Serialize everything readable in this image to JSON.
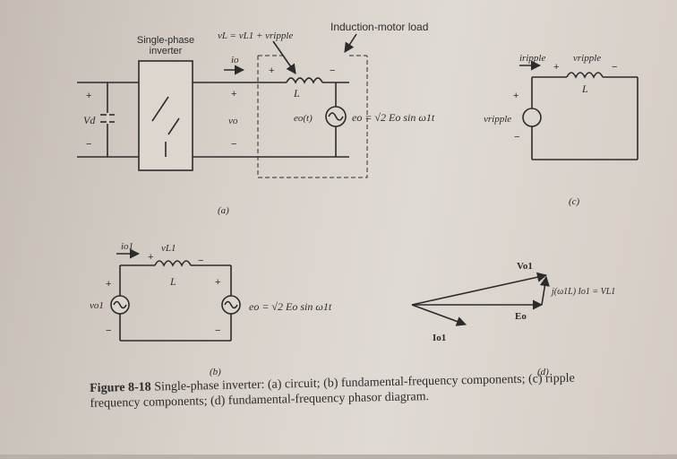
{
  "figure": {
    "number": "Figure 8-18",
    "caption": "Single-phase inverter: (a) circuit; (b) fundamental-frequency components; (c) ripple frequency components; (d) fundamental-frequency phasor diagram."
  },
  "panel_a": {
    "sublabel": "(a)",
    "inverter_label_1": "Single-phase",
    "inverter_label_2": "inverter",
    "load_label": "Induction-motor load",
    "vl_eq": "vL = vL1 + vripple",
    "vd": "Vd",
    "plus": "+",
    "minus": "−",
    "io": "io",
    "vo": "vo",
    "L": "L",
    "eo_t": "eo(t)",
    "eo_eq": "eo = √2 Eo sin ω1t"
  },
  "panel_b": {
    "sublabel": "(b)",
    "io1": "io1",
    "vl1": "vL1",
    "L": "L",
    "vo1": "vo1",
    "eo_eq": "eo = √2 Eo sin ω1t"
  },
  "panel_c": {
    "sublabel": "(c)",
    "iripple": "iripple",
    "vripple_top": "vripple",
    "L": "L",
    "vripple_src": "vripple"
  },
  "panel_d": {
    "sublabel": "(d)",
    "vo1": "Vo1",
    "jwl": "j(ω1L) Io1 = VL1",
    "eo": "Eo",
    "io1": "Io1"
  }
}
